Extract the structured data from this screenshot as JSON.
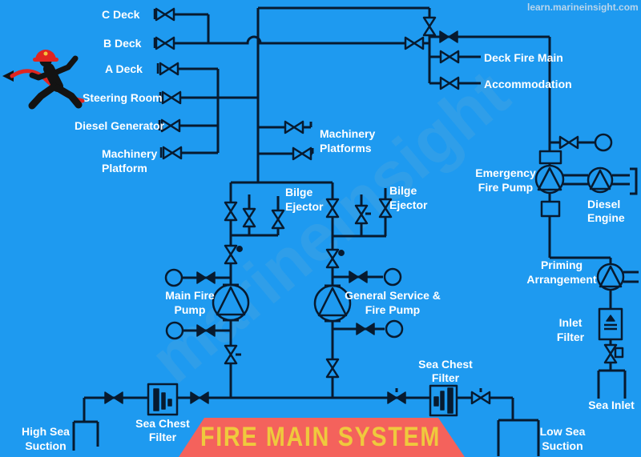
{
  "title": "FIRE MAIN SYSTEM",
  "watermark_top": "learn.marineinsight.com",
  "watermark_center": "marineinsight",
  "colors": {
    "background": "#1E9AF0",
    "line": "#071A2F",
    "banner_red": "#F4625C",
    "title_yellow": "#EFC93D",
    "hose_red": "#E02520",
    "watermark_gray": "#C9DCEC",
    "label_white": "#FFFFFF"
  },
  "labels": {
    "c_deck": "C Deck",
    "b_deck": "B Deck",
    "a_deck": "A Deck",
    "steering_room": "Steering Room",
    "diesel_generator": "Diesel Generator",
    "machinery_platform_1": "Machinery",
    "machinery_platform_2": "Platform",
    "machinery_platforms_1": "Machinery",
    "machinery_platforms_2": "Platforms",
    "bilge_ejector_left_1": "Bilge",
    "bilge_ejector_left_2": "Ejector",
    "bilge_ejector_right_1": "Bilge",
    "bilge_ejector_right_2": "Ejector",
    "deck_fire_main": "Deck Fire Main",
    "accommodation": "Accommodation",
    "emergency_fire_pump_1": "Emergency",
    "emergency_fire_pump_2": "Fire Pump",
    "diesel_engine_1": "Diesel",
    "diesel_engine_2": "Engine",
    "priming_arrangement_1": "Priming",
    "priming_arrangement_2": "Arrangement",
    "inlet_filter_1": "Inlet",
    "inlet_filter_2": "Filter",
    "sea_inlet": "Sea Inlet",
    "main_fire_pump_1": "Main Fire",
    "main_fire_pump_2": "Pump",
    "gs_fire_pump_1": "General Service &",
    "gs_fire_pump_2": "Fire Pump",
    "sea_chest_filter_left_1": "Sea Chest",
    "sea_chest_filter_left_2": "Filter",
    "sea_chest_filter_right_1": "Sea Chest",
    "sea_chest_filter_right_2": "Filter",
    "high_sea_suction_1": "High Sea",
    "high_sea_suction_2": "Suction",
    "low_sea_suction_1": "Low Sea",
    "low_sea_suction_2": "Suction"
  }
}
